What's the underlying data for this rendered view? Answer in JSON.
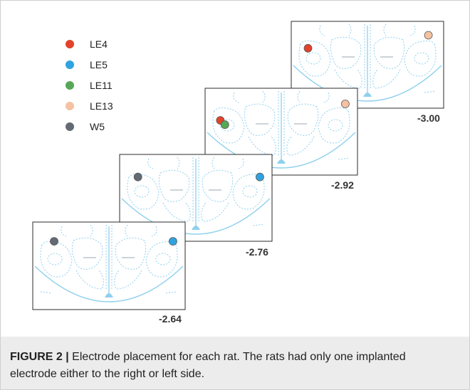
{
  "legend": [
    {
      "label": "LE4",
      "color": "#e2432a"
    },
    {
      "label": "LE5",
      "color": "#2ea3e0"
    },
    {
      "label": "LE11",
      "color": "#56a856"
    },
    {
      "label": "LE13",
      "color": "#f4c2a2"
    },
    {
      "label": "W5",
      "color": "#636a73"
    }
  ],
  "slices": [
    {
      "label": "-2.64",
      "electrodes": [
        {
          "rat": "W5",
          "side": "left"
        },
        {
          "rat": "LE5",
          "side": "right"
        }
      ]
    },
    {
      "label": "-2.76",
      "electrodes": [
        {
          "rat": "W5",
          "side": "left"
        },
        {
          "rat": "LE5",
          "side": "right"
        }
      ]
    },
    {
      "label": "-2.92",
      "electrodes": [
        {
          "rat": "LE4",
          "side": "left"
        },
        {
          "rat": "LE11",
          "side": "left"
        },
        {
          "rat": "LE13",
          "side": "right"
        }
      ]
    },
    {
      "label": "-3.00",
      "electrodes": [
        {
          "rat": "LE4",
          "side": "left"
        },
        {
          "rat": "LE13",
          "side": "right"
        }
      ]
    }
  ],
  "atlas_line_color": "#8fd0ee",
  "caption": {
    "label": "FIGURE 2 |",
    "text": " Electrode placement for each rat. The rats had only one implanted electrode either to the right or left side."
  }
}
